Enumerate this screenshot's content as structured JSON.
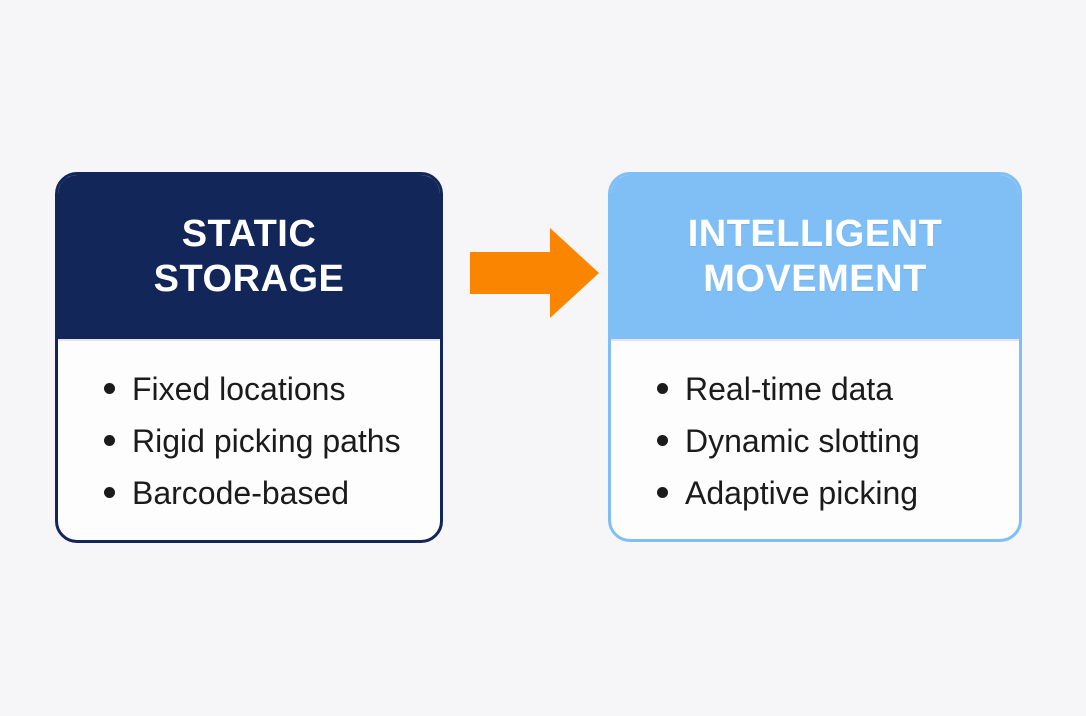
{
  "diagram": {
    "background": "#f6f6f8",
    "cards": [
      {
        "name": "static-storage",
        "title_lines": [
          "STATIC",
          "STORAGE"
        ],
        "items": [
          "Fixed locations",
          "Rigid picking paths",
          "Barcode-based"
        ],
        "colors": {
          "header_bg": "#13265a",
          "header_text": "#ffffff",
          "border": "#13265a",
          "body_bg": "#fdfdfe",
          "body_text": "#1b1b1b"
        }
      },
      {
        "name": "intelligent-movement",
        "title_lines": [
          "INTELLIGENT",
          "MOVEMENT"
        ],
        "items": [
          "Real-time data",
          "Dynamic slotting",
          "Adaptive picking"
        ],
        "colors": {
          "header_bg": "#80bff5",
          "header_text": "#ffffff",
          "border": "#80bff5",
          "body_bg": "#fdfdfe",
          "body_text": "#1b1b1b"
        }
      }
    ],
    "arrow": {
      "direction": "right",
      "color": "#fa8500"
    }
  }
}
